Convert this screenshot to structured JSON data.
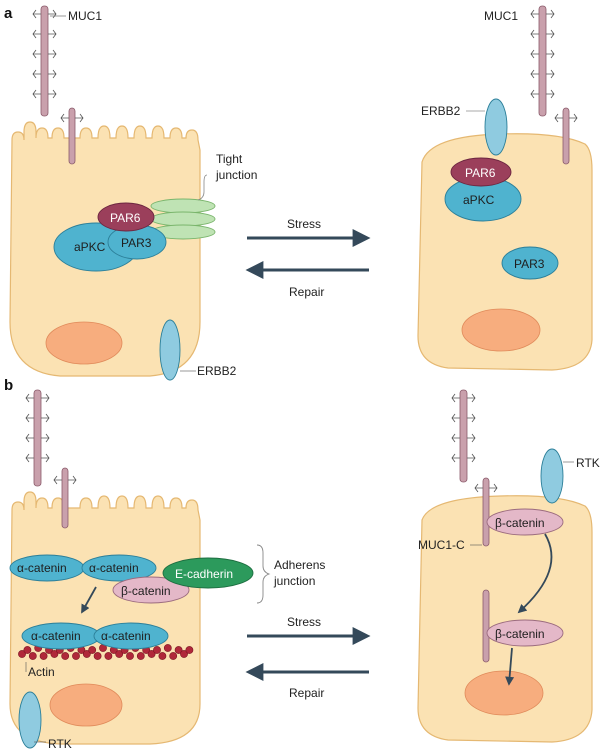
{
  "panels": {
    "a": {
      "letter": "a",
      "muc1_left": "MUC1",
      "muc1_right": "MUC1",
      "tight_junction": [
        "Tight",
        "junction"
      ],
      "par6": "PAR6",
      "par3": "PAR3",
      "apkc": "aPKC",
      "erbb2_bottom": "ERBB2",
      "erbb2_top": "ERBB2",
      "par6_right": "PAR6",
      "apkc_right": "aPKC",
      "par3_right": "PAR3",
      "stress": "Stress",
      "repair": "Repair"
    },
    "b": {
      "letter": "b",
      "alpha_catenin_1": "α-catenin",
      "alpha_catenin_2": "α-catenin",
      "e_cadherin": "E-cadherin",
      "beta_catenin": "β-catenin",
      "alpha_catenin_3": "α-catenin",
      "alpha_catenin_4": "α-catenin",
      "actin": "Actin",
      "adherens_junction": [
        "Adherens",
        "junction"
      ],
      "rtk_left": "RTK",
      "rtk_right": "RTK",
      "muc1c": "MUC1-C",
      "beta_catenin_r1": "β-catenin",
      "beta_catenin_r2": "β-catenin",
      "stress": "Stress",
      "repair": "Repair"
    }
  },
  "colors": {
    "cell": "#fbe2b3",
    "cell_stroke": "#e5b872",
    "nucleus": "#f7ad7e",
    "muc1": "#c9a0ac",
    "par6": "#9b3f5b",
    "teal": "#4fb3cf",
    "teal_light": "#8fcbe0",
    "green_light": "#bfe3b4",
    "green_dark": "#2c9a5c",
    "pink_light": "#e4b8c8",
    "arrow": "#34495a",
    "actin": "#b0283a"
  }
}
